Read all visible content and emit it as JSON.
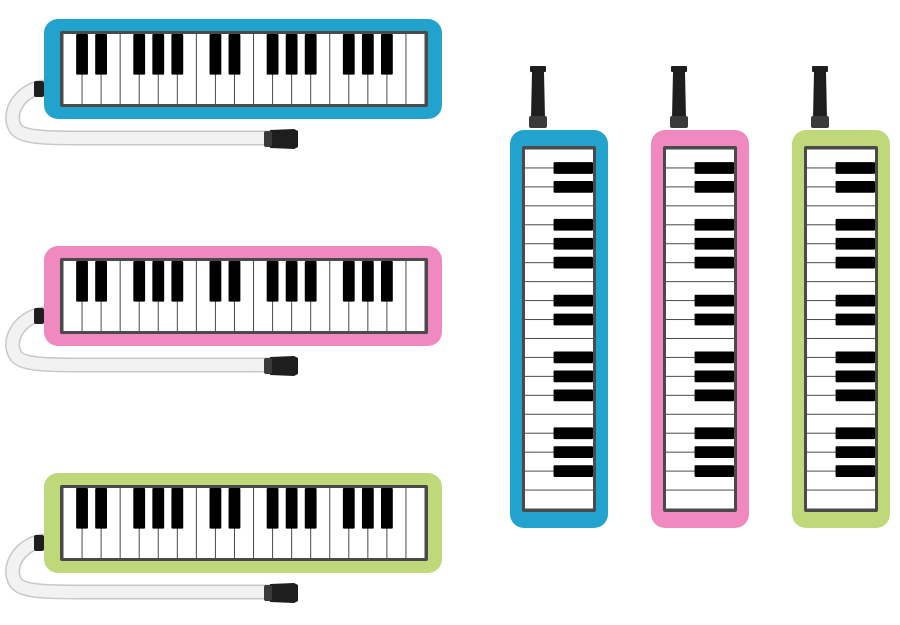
{
  "illustration": {
    "background": "#ffffff",
    "colors": {
      "blue": "#22a3cd",
      "pink": "#f089bf",
      "green": "#bfd97a",
      "key_frame": "#4a4a4a",
      "white_key": "#ffffff",
      "black_key": "#000000",
      "hose": "#f2f2f2",
      "hose_outline": "#c8c8c8",
      "mouthpiece": "#1e1e1e"
    },
    "keyboard": {
      "white_keys": 19,
      "black_key_pattern": [
        1,
        1,
        0,
        1,
        1,
        1,
        0,
        1,
        1,
        0,
        1,
        1,
        1,
        0,
        1,
        1,
        1,
        0
      ]
    },
    "melodicas": [
      {
        "name": "melodica-horizontal-blue",
        "orientation": "horizontal",
        "color": "blue"
      },
      {
        "name": "melodica-horizontal-pink",
        "orientation": "horizontal",
        "color": "pink"
      },
      {
        "name": "melodica-horizontal-green",
        "orientation": "horizontal",
        "color": "green"
      },
      {
        "name": "melodica-vertical-blue",
        "orientation": "vertical",
        "color": "blue"
      },
      {
        "name": "melodica-vertical-pink",
        "orientation": "vertical",
        "color": "pink"
      },
      {
        "name": "melodica-vertical-green",
        "orientation": "vertical",
        "color": "green"
      }
    ]
  }
}
